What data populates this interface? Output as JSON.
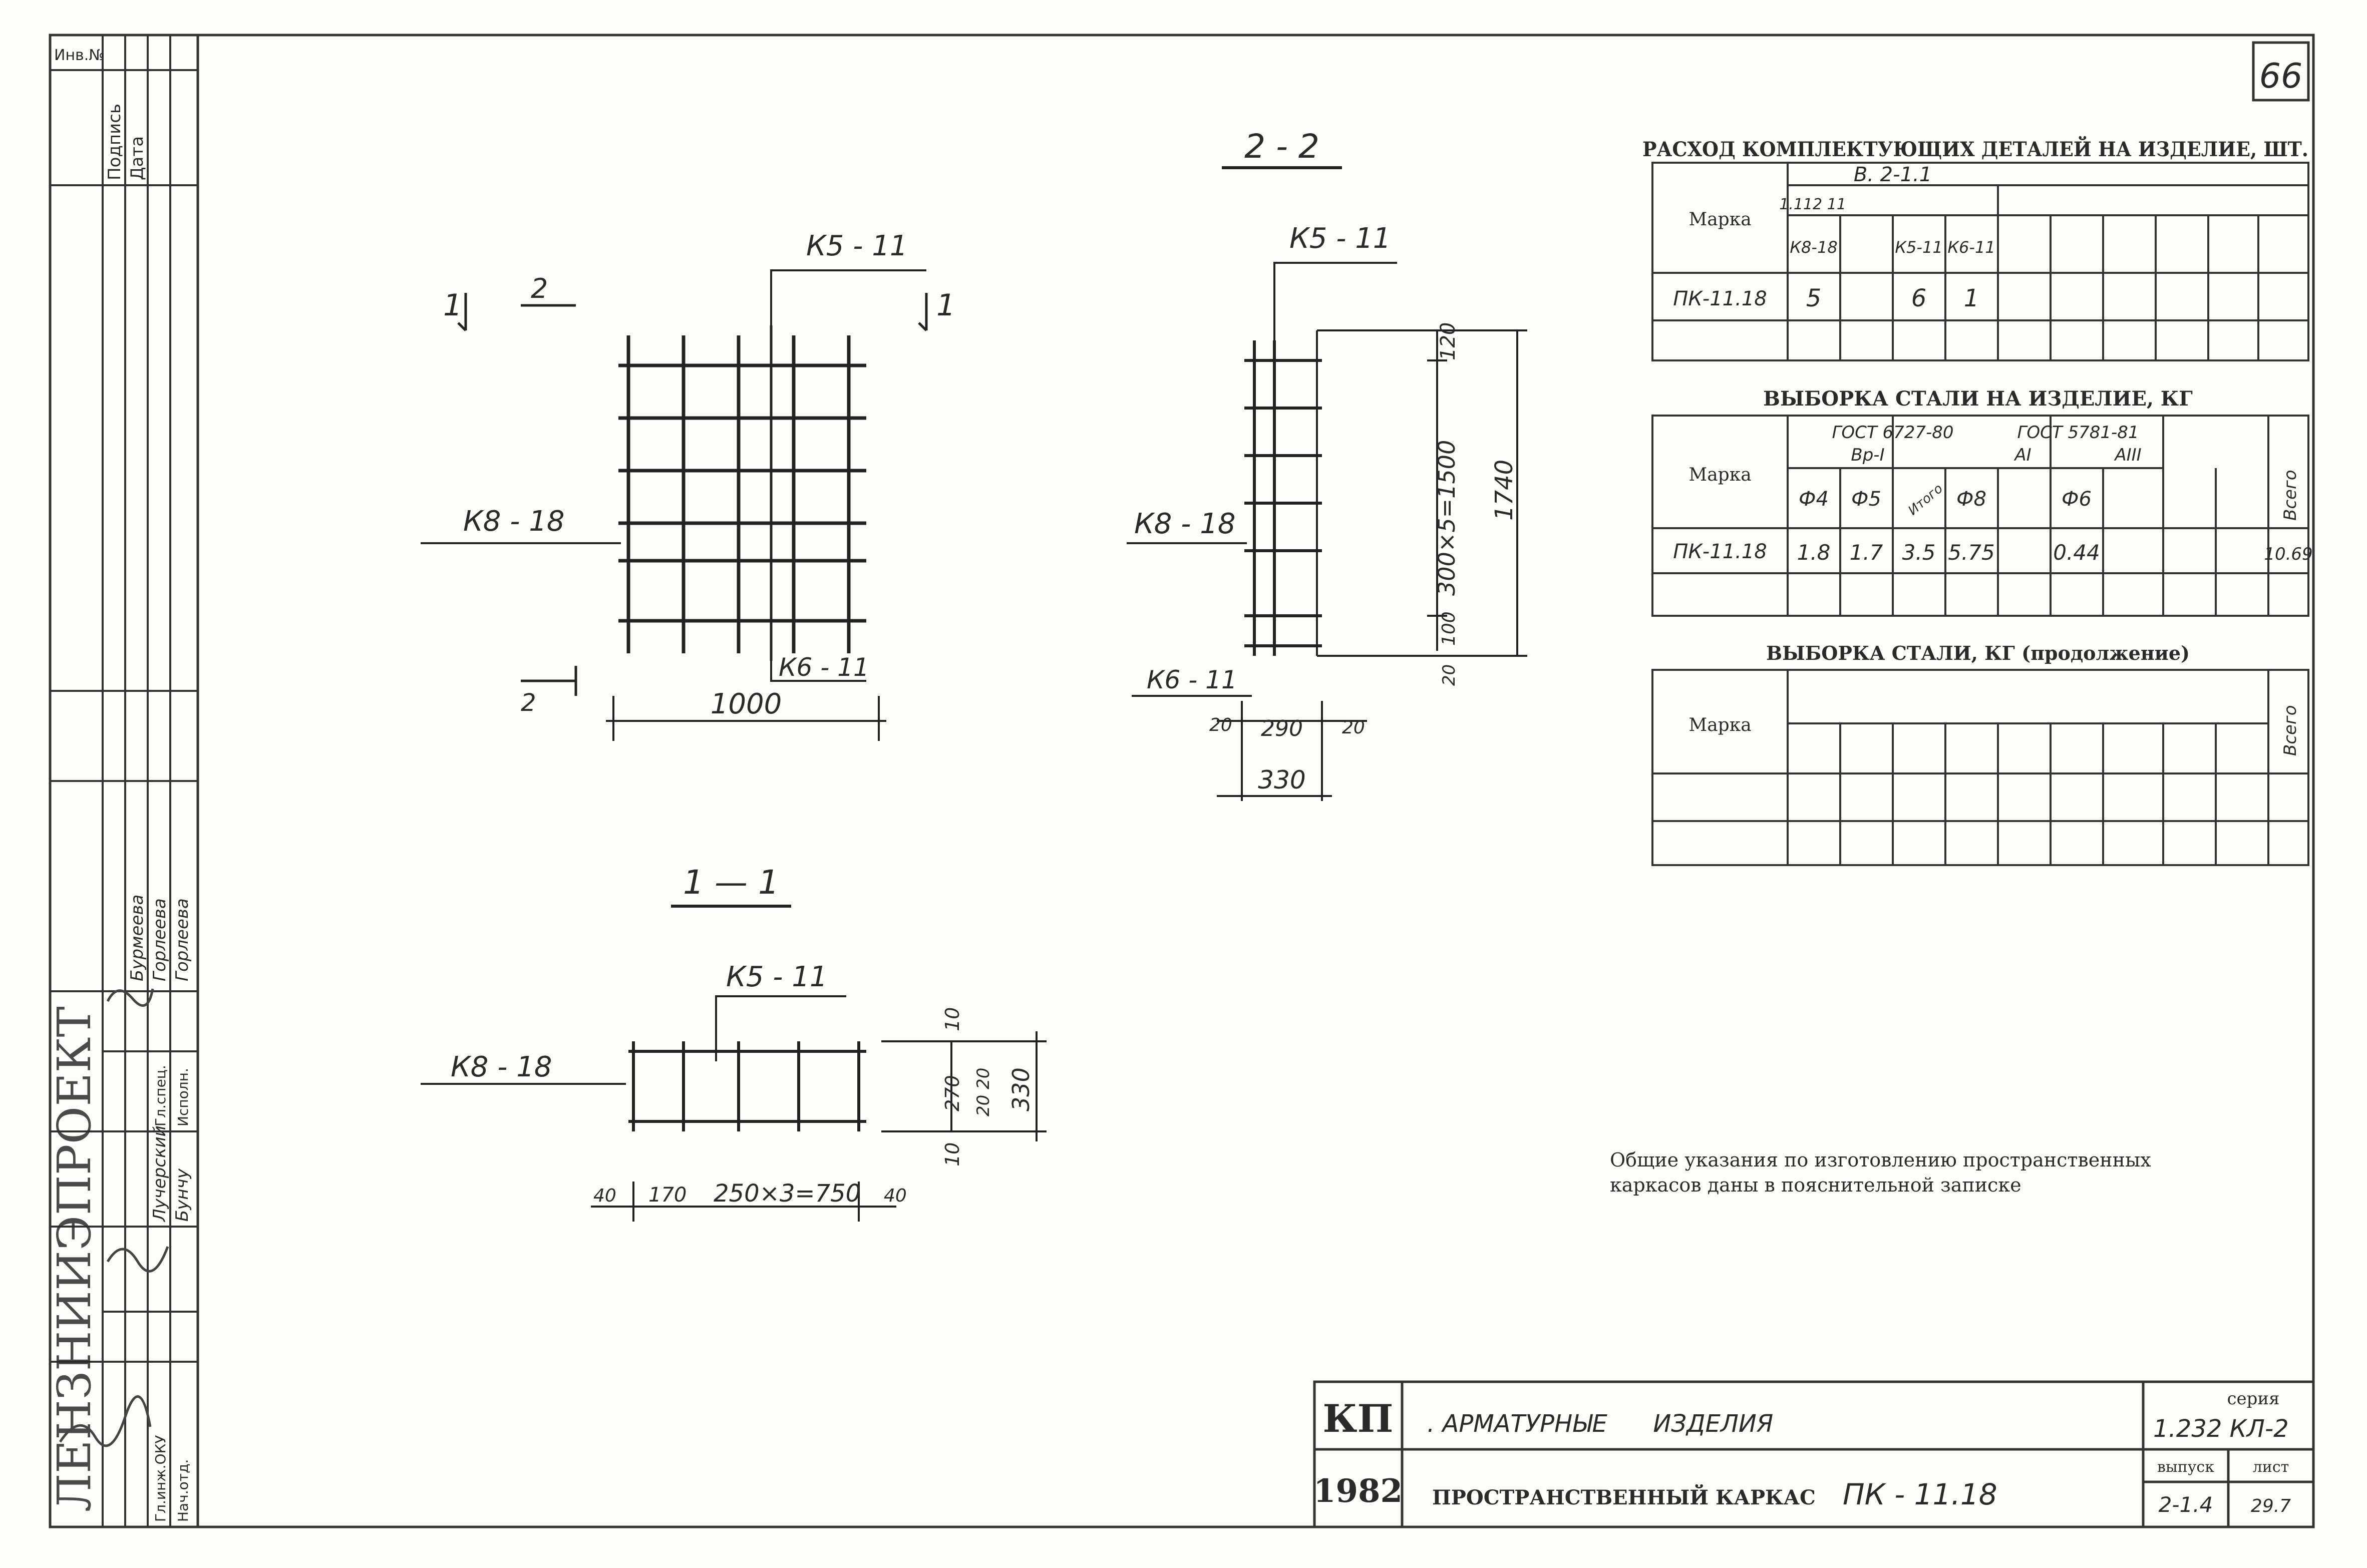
{
  "sheet_number": "66",
  "left_strip": {
    "org_vertical": "ЛЕНЗНИИЭПРОЕКТ",
    "header_cells": [
      "Инв.№",
      "Подпись",
      "Дата"
    ],
    "names": [
      "Лучерский",
      "Бунчу",
      "Бурмеева",
      "Горлеева",
      "Горлеева"
    ],
    "titles": [
      "Гл.инж.ОКУ",
      "Нач.отд.",
      "Гл.спец.",
      "Исполн."
    ]
  },
  "sections": {
    "s22": "2 - 2",
    "s11": "1 — 1",
    "cut_mark_1": "1",
    "cut_mark_2": "2"
  },
  "labels": {
    "k5_11": "К5 - 11",
    "k8_18": "К8 - 18",
    "k6_11": "К6 - 11",
    "dim_1000": "1000",
    "dim_1740": "1740",
    "dim_300x5": "300×5=1500",
    "dim_120": "120",
    "dim_100": "100",
    "dim_20": "20",
    "dim_290": "290",
    "dim_330": "330",
    "dim_40": "40",
    "dim_170": "170",
    "dim_250x3": "250×3=750",
    "dim_10": "10",
    "dim_270": "270",
    "dim_20b": "20 20"
  },
  "table1": {
    "title": "РАСХОД КОМПЛЕКТУЮЩИХ ДЕТАЛЕЙ НА ИЗДЕЛИЕ, ШТ.",
    "group": "В. 2-1.1",
    "subgroup": "1.112 11",
    "col_head": "Марка",
    "cols": [
      "К8-18",
      "",
      "К5-11",
      "К6-11"
    ],
    "row_mark": "ПК-11.18",
    "row_values": [
      "5",
      "",
      "6",
      "1"
    ]
  },
  "table2": {
    "title": "ВЫБОРКА СТАЛИ НА ИЗДЕЛИЕ, КГ",
    "col_head": "Марка",
    "gost1": "ГОСТ 6727-80",
    "gost1_class": "Вр-I",
    "gost2": "ГОСТ 5781-81",
    "gost2_class_a": "АI",
    "gost2_class_b": "АIII",
    "cols": [
      "Ф4",
      "Ф5",
      "Итого",
      "Ф8",
      "Ф6"
    ],
    "total_head": "Всего",
    "row_mark": "ПК-11.18",
    "row_values": [
      "1.8",
      "1.7",
      "3.5",
      "5.75",
      "0.44"
    ],
    "row_total": "10.69"
  },
  "table3": {
    "title": "ВЫБОРКА СТАЛИ, КГ (продолжение)",
    "col_head": "Марка",
    "total_head": "Всего"
  },
  "note": {
    "line1": "Общие указания по изготовлению пространственных",
    "line2": "каркасов даны в пояснительной записке"
  },
  "title_block": {
    "org": "КП",
    "year": "1982",
    "title1": ". АРМАТУРНЫЕ      ИЗДЕЛИЯ",
    "title2": "ПРОСТРАНСТВЕННЫЙ КАРКАС",
    "mark": "ПК - 11.18",
    "series_label": "серия",
    "series": "1.232 КЛ-2",
    "issue_label": "выпуск",
    "sheet_label": "лист",
    "issue": "2-1.4",
    "sheet": "29.7"
  }
}
